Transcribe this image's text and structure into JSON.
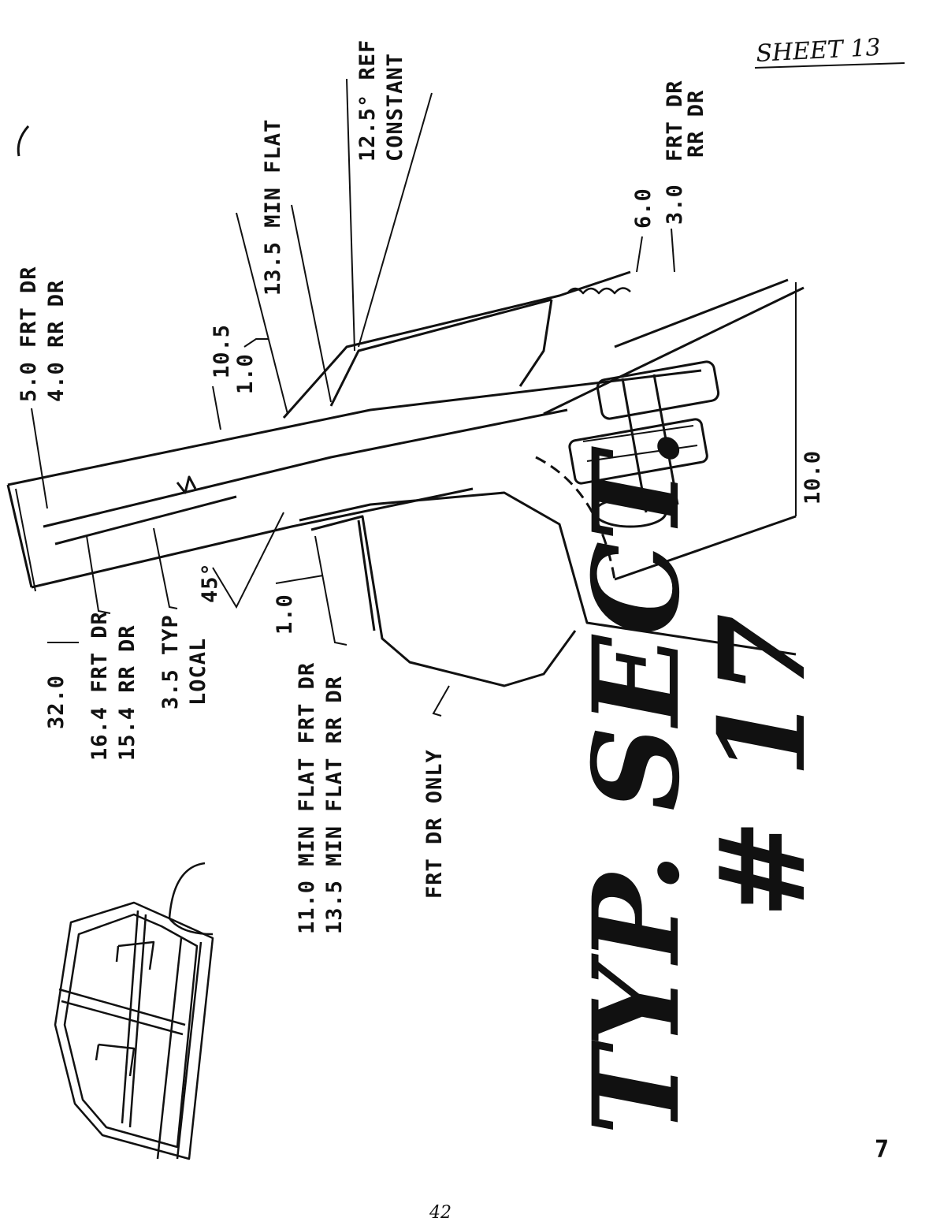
{
  "sheet_label": "SHEET 13",
  "page_number": "7",
  "footer_number": "42",
  "title_line1": "TYP. SECT.",
  "title_line2": "# 17",
  "dimensions": {
    "d_32": "32.0",
    "d_16_4": "16.4 FRT DR",
    "d_15_4": "15.4 RR DR",
    "d_3_5_typ": "3.5 TYP",
    "d_local": "LOCAL",
    "d_45": "45°",
    "d_1_0_lower": "1.0",
    "d_11_0": "11.0 MIN FLAT FRT DR",
    "d_13_5_rr": "13.5 MIN FLAT RR DR",
    "d_frt_only": "FRT DR ONLY",
    "d_5_0": "5.0 FRT DR",
    "d_4_0": "4.0 RR DR",
    "d_10_5": "10.5",
    "d_1_0_upper": "1.0",
    "d_13_5_min": "13.5 MIN FLAT",
    "d_12_5": "12.5° REF",
    "d_constant": "CONSTANT",
    "d_6_0": "6.0",
    "d_3_0": "3.0",
    "d_frt_dr": "FRT DR",
    "d_rr_dr": "RR DR",
    "d_10_0": "10.0"
  },
  "colors": {
    "ink": "#111111",
    "paper": "#ffffff"
  }
}
